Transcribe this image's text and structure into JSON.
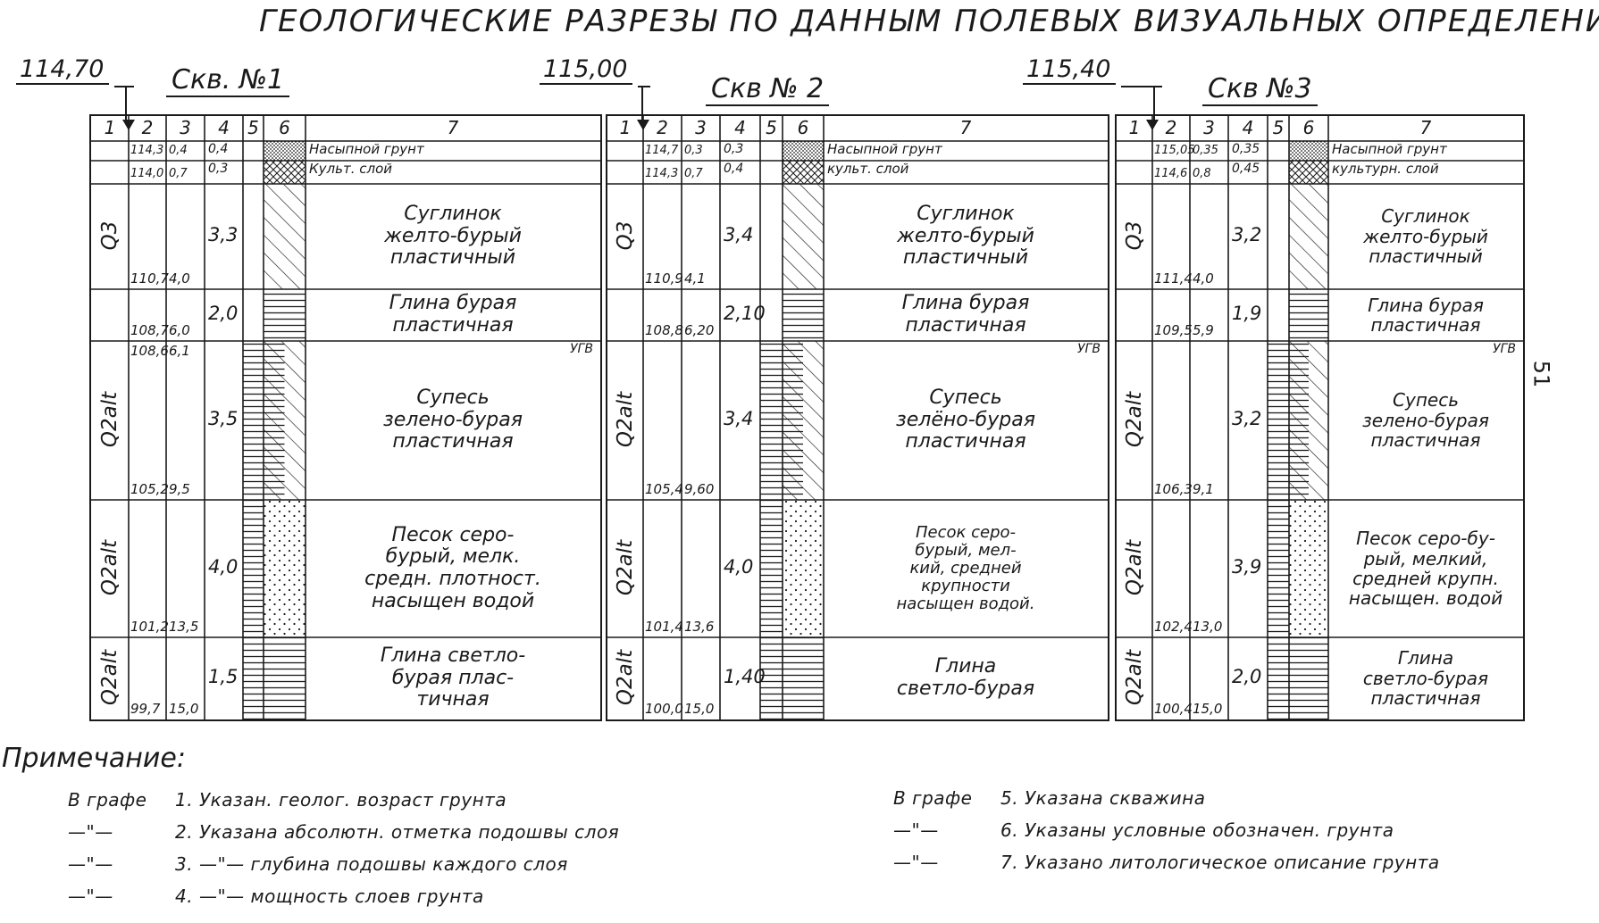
{
  "title": "ГЕОЛОГИЧЕСКИЕ РАЗРЕЗЫ ПО ДАННЫМ ПОЛЕВЫХ ВИЗУАЛЬНЫХ ОПРЕДЕЛЕНИЙ",
  "page_number": "51",
  "column_headers": [
    "1",
    "2",
    "3",
    "4",
    "5",
    "6",
    "7"
  ],
  "ugv_label": "УГВ",
  "wells": [
    {
      "name": "Скв. №1",
      "elevation": "114,70",
      "layers": [
        {
          "age": "",
          "elev": "114,3",
          "depth": "0,4",
          "thick": "0,4",
          "hatch": "fill",
          "desc": [
            "Насыпной грунт"
          ]
        },
        {
          "age": "",
          "elev": "114,0",
          "depth": "0,7",
          "thick": "0,3",
          "hatch": "cross",
          "desc": [
            "Культ. слой"
          ]
        },
        {
          "age": "Q3",
          "elev": "110,7",
          "depth": "4,0",
          "thick": "3,3",
          "hatch": "diag",
          "desc": [
            "Суглинок",
            "желто-бурый",
            "пластичный"
          ]
        },
        {
          "age": "",
          "elev": "108,7",
          "depth": "6,0",
          "thick": "2,0",
          "hatch": "horiz",
          "desc": [
            "Глина бурая",
            "пластичная"
          ]
        },
        {
          "age": "Q2alt",
          "elev": "105,2",
          "depth": "9,5",
          "thick": "3,5",
          "hatch": "diagh",
          "top_elev": "108,6",
          "top_depth": "6,1",
          "ugv": true,
          "desc": [
            "Супесь",
            "зелено-бурая",
            "пластичная"
          ]
        },
        {
          "age": "Q2alt",
          "elev": "101,2",
          "depth": "13,5",
          "thick": "4,0",
          "hatch": "dots",
          "desc": [
            "Песок серо-",
            "бурый, мелк.",
            "средн. плотност.",
            "насыщен водой"
          ]
        },
        {
          "age": "Q2alt",
          "elev": "99,7",
          "depth": "15,0",
          "thick": "1,5",
          "hatch": "horiz",
          "desc": [
            "Глина светло-",
            "бурая плас-",
            "тичная"
          ]
        }
      ]
    },
    {
      "name": "Скв № 2",
      "elevation": "115,00",
      "layers": [
        {
          "age": "",
          "elev": "114,7",
          "depth": "0,3",
          "thick": "0,3",
          "hatch": "fill",
          "desc": [
            "Насыпной грунт"
          ]
        },
        {
          "age": "",
          "elev": "114,3",
          "depth": "0,7",
          "thick": "0,4",
          "hatch": "cross",
          "desc": [
            "культ. слой"
          ]
        },
        {
          "age": "Q3",
          "elev": "110,9",
          "depth": "4,1",
          "thick": "3,4",
          "hatch": "diag",
          "desc": [
            "Суглинок",
            "желто-бурый",
            "пластичный"
          ]
        },
        {
          "age": "",
          "elev": "108,8",
          "depth": "6,20",
          "thick": "2,10",
          "hatch": "horiz",
          "desc": [
            "Глина бурая",
            "пластичная"
          ]
        },
        {
          "age": "Q2alt",
          "elev": "105,4",
          "depth": "9,60",
          "thick": "3,4",
          "hatch": "diagh",
          "ugv": true,
          "desc": [
            "Супесь",
            "зелёно-бурая",
            "пластичная"
          ]
        },
        {
          "age": "Q2alt",
          "elev": "101,4",
          "depth": "13,6",
          "thick": "4,0",
          "hatch": "dots",
          "desc": [
            "Песок серо-",
            "бурый, мел-",
            "кий, средней",
            "крупности",
            "насыщен водой."
          ]
        },
        {
          "age": "Q2alt",
          "elev": "100,0",
          "depth": "15,0",
          "thick": "1,40",
          "hatch": "horiz",
          "desc": [
            "Глина",
            "светло-бурая"
          ]
        }
      ]
    },
    {
      "name": "Скв №3",
      "elevation": "115,40",
      "layers": [
        {
          "age": "",
          "elev": "115,05",
          "depth": "0,35",
          "thick": "0,35",
          "hatch": "fill",
          "desc": [
            "Насыпной грунт"
          ]
        },
        {
          "age": "",
          "elev": "114,6",
          "depth": "0,8",
          "thick": "0,45",
          "hatch": "cross",
          "desc": [
            "культурн. слой"
          ]
        },
        {
          "age": "Q3",
          "elev": "111,4",
          "depth": "4,0",
          "thick": "3,2",
          "hatch": "diag",
          "desc": [
            "Суглинок",
            "желто-бурый",
            "пластичный"
          ]
        },
        {
          "age": "",
          "elev": "109,5",
          "depth": "5,9",
          "thick": "1,9",
          "hatch": "horiz",
          "desc": [
            "Глина бурая",
            "пластичная"
          ]
        },
        {
          "age": "Q2alt",
          "elev": "106,3",
          "depth": "9,1",
          "thick": "3,2",
          "hatch": "diagh",
          "ugv": true,
          "desc": [
            "Супесь",
            "зелено-бурая",
            "пластичная"
          ]
        },
        {
          "age": "Q2alt",
          "elev": "102,4",
          "depth": "13,0",
          "thick": "3,9",
          "hatch": "dots",
          "desc": [
            "Песок серо-бу-",
            "рый, мелкий,",
            "средней крупн.",
            "насыщен. водой"
          ]
        },
        {
          "age": "Q2alt",
          "elev": "100,4",
          "depth": "15,0",
          "thick": "2,0",
          "hatch": "horiz",
          "desc": [
            "Глина",
            "светло-бурая",
            "пластичная"
          ]
        }
      ]
    }
  ],
  "notes": {
    "heading": "Примечание:",
    "left": [
      {
        "lead": "В графе",
        "text": "1. Указан. геолог. возраст грунта"
      },
      {
        "lead": "—\"—",
        "text": "2. Указана абсолютн. отметка подошвы слоя"
      },
      {
        "lead": "—\"—",
        "text": "3. —\"— глубина подошвы каждого слоя"
      },
      {
        "lead": "—\"—",
        "text": "4. —\"— мощность слоев грунта"
      }
    ],
    "right": [
      {
        "lead": "В графе",
        "text": "5. Указана скважина"
      },
      {
        "lead": "—\"—",
        "text": "6. Указаны условные обозначен. грунта"
      },
      {
        "lead": "—\"—",
        "text": "7. Указано литологическое описание грунта"
      }
    ]
  }
}
